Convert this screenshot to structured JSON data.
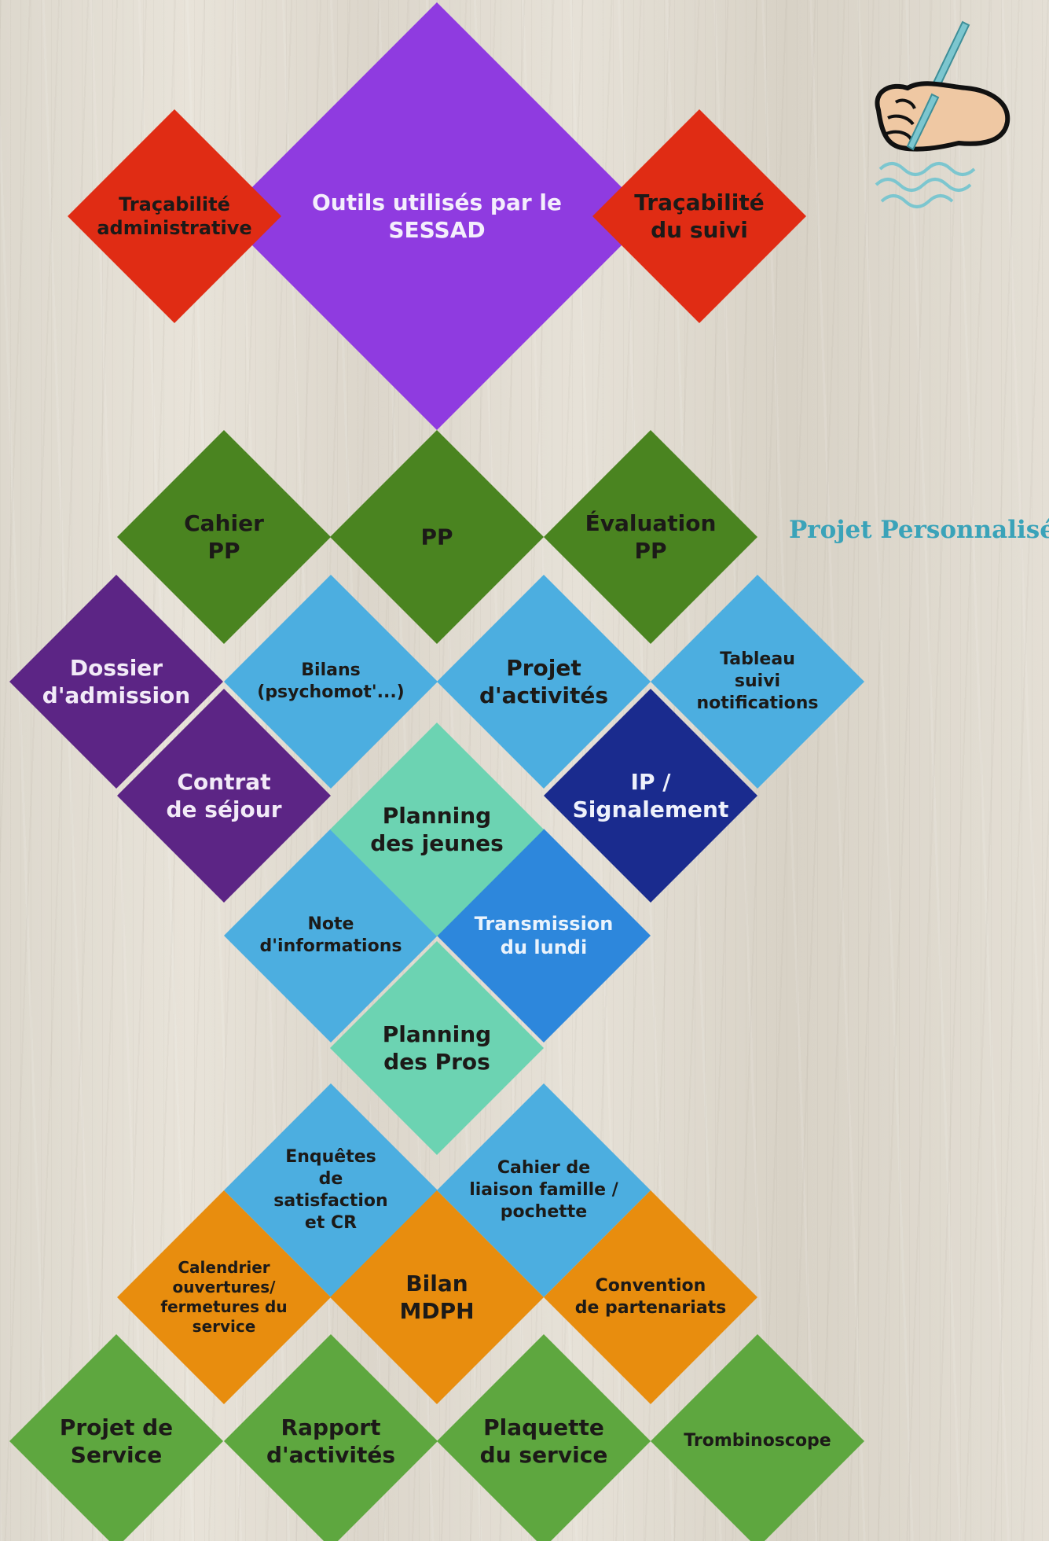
{
  "section_label": "Projet Personnalisé",
  "icons": {
    "writing_hand": "writing-hand-icon"
  },
  "colors": {
    "purple": "#8f3be0",
    "red": "#e02c14",
    "dark_green": "#4a8420",
    "light_blue": "#4caee0",
    "dark_purple": "#5c2585",
    "navy": "#1a2b8e",
    "mint": "#6cd3b2",
    "blue": "#2d87dc",
    "orange": "#e88d0e",
    "green": "#5ea73f",
    "accent_text": "#3aa3b9"
  },
  "nodes": [
    {
      "id": "traca-admin",
      "text": "Traçabilité\nadministrative",
      "color": "red",
      "textColor": "#1c1a18",
      "size": "md"
    },
    {
      "id": "outils",
      "text": "Outils utilisés par le\nSESSAD",
      "color": "purple",
      "textColor": "#f4eefc",
      "size": "lg"
    },
    {
      "id": "traca-suivi",
      "text": "Traçabilité\ndu suivi",
      "color": "red",
      "textColor": "#1c1a18",
      "size": "lg"
    },
    {
      "id": "cahier-pp",
      "text": "Cahier\nPP",
      "color": "dark_green",
      "textColor": "#1c1a18",
      "size": "lg"
    },
    {
      "id": "pp",
      "text": "PP",
      "color": "dark_green",
      "textColor": "#1c1a18",
      "size": "lg"
    },
    {
      "id": "evaluation-pp",
      "text": "Évaluation\nPP",
      "color": "dark_green",
      "textColor": "#1c1a18",
      "size": "lg"
    },
    {
      "id": "dossier-admission",
      "text": "Dossier\nd'admission",
      "color": "dark_purple",
      "textColor": "#f2eaf7",
      "size": "lg"
    },
    {
      "id": "bilans",
      "text": "Bilans\n(psychomot'...)",
      "color": "light_blue",
      "textColor": "#1c1a18",
      "size": "sm"
    },
    {
      "id": "projet-activites",
      "text": "Projet\nd'activités",
      "color": "light_blue",
      "textColor": "#1c1a18",
      "size": "lg"
    },
    {
      "id": "tableau-suivi",
      "text": "Tableau\nsuivi\nnotifications",
      "color": "light_blue",
      "textColor": "#1c1a18",
      "size": "sm"
    },
    {
      "id": "contrat-sejour",
      "text": "Contrat\nde séjour",
      "color": "dark_purple",
      "textColor": "#f2eaf7",
      "size": "lg"
    },
    {
      "id": "ip-signalement",
      "text": "IP /\nSignalement",
      "color": "navy",
      "textColor": "#eef1fb",
      "size": "lg"
    },
    {
      "id": "planning-jeunes",
      "text": "Planning\ndes jeunes",
      "color": "mint",
      "textColor": "#1c1a18",
      "size": "lg"
    },
    {
      "id": "note-informations",
      "text": "Note\nd'informations",
      "color": "light_blue",
      "textColor": "#1c1a18",
      "size": "sm"
    },
    {
      "id": "transmission-lundi",
      "text": "Transmission\ndu lundi",
      "color": "blue",
      "textColor": "#eaf3fc",
      "size": "md"
    },
    {
      "id": "planning-pros",
      "text": "Planning\ndes Pros",
      "color": "mint",
      "textColor": "#1c1a18",
      "size": "lg"
    },
    {
      "id": "enquetes",
      "text": "Enquêtes\nde\nsatisfaction\net CR",
      "color": "light_blue",
      "textColor": "#1c1a18",
      "size": "sm"
    },
    {
      "id": "cahier-liaison",
      "text": "Cahier de\nliaison famille /\npochette",
      "color": "light_blue",
      "textColor": "#1c1a18",
      "size": "sm"
    },
    {
      "id": "calendrier",
      "text": "Calendrier\nouvertures/\nfermetures du\nservice",
      "color": "orange",
      "textColor": "#1c1a18",
      "size": "xs"
    },
    {
      "id": "bilan-mdph",
      "text": "Bilan\nMDPH",
      "color": "orange",
      "textColor": "#1c1a18",
      "size": "lg"
    },
    {
      "id": "convention",
      "text": "Convention\nde partenariats",
      "color": "orange",
      "textColor": "#1c1a18",
      "size": "sm"
    },
    {
      "id": "projet-service",
      "text": "Projet de\nService",
      "color": "green",
      "textColor": "#1c1a18",
      "size": "lg"
    },
    {
      "id": "rapport-activites",
      "text": "Rapport\nd'activités",
      "color": "green",
      "textColor": "#1c1a18",
      "size": "lg"
    },
    {
      "id": "plaquette",
      "text": "Plaquette\ndu service",
      "color": "green",
      "textColor": "#1c1a18",
      "size": "lg"
    },
    {
      "id": "trombinoscope",
      "text": "Trombinoscope",
      "color": "green",
      "textColor": "#1c1a18",
      "size": "sm"
    }
  ]
}
